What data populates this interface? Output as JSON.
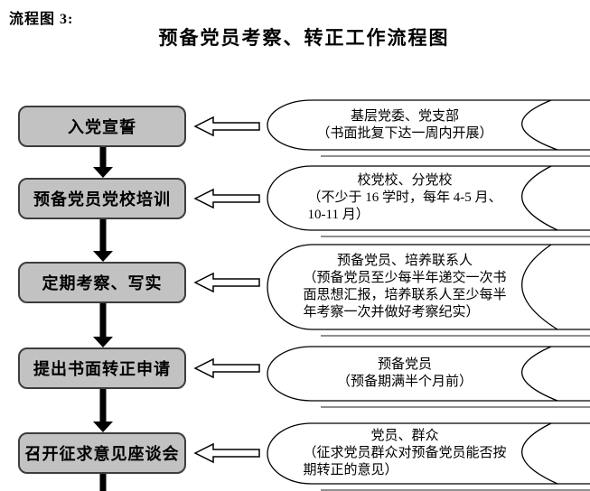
{
  "page": {
    "caption": "流程图 3:",
    "title": "预备党员考察、转正工作流程图"
  },
  "colors": {
    "process_box_fill": "#c2c2c2",
    "process_box_border": "#3d3d3d",
    "outline": "#000000",
    "background": "#ffffff"
  },
  "flow": {
    "steps": [
      {
        "label": "入党宣誓",
        "actor": "基层党委、党支部",
        "note": "（书面批复下达一周内开展）"
      },
      {
        "label": "预备党员党校培训",
        "actor": "校党校、分党校",
        "note": "（不少于 16 学时，每年 4-5 月、\n10-11 月）"
      },
      {
        "label": "定期考察、写实",
        "actor": "预备党员、培养联系人",
        "note": "（预备党员至少每半年递交一次书\n面思想汇报，培养联系人至少每半\n年考察一次并做好考察纪实）"
      },
      {
        "label": "提出书面转正申请",
        "actor": "预备党员",
        "note": "（预备期满半个月前）"
      },
      {
        "label": "召开征求意见座谈会",
        "actor": "党员、群众",
        "note": "（征求党员群众对预备党员能否按\n期转正的意见）"
      }
    ]
  }
}
